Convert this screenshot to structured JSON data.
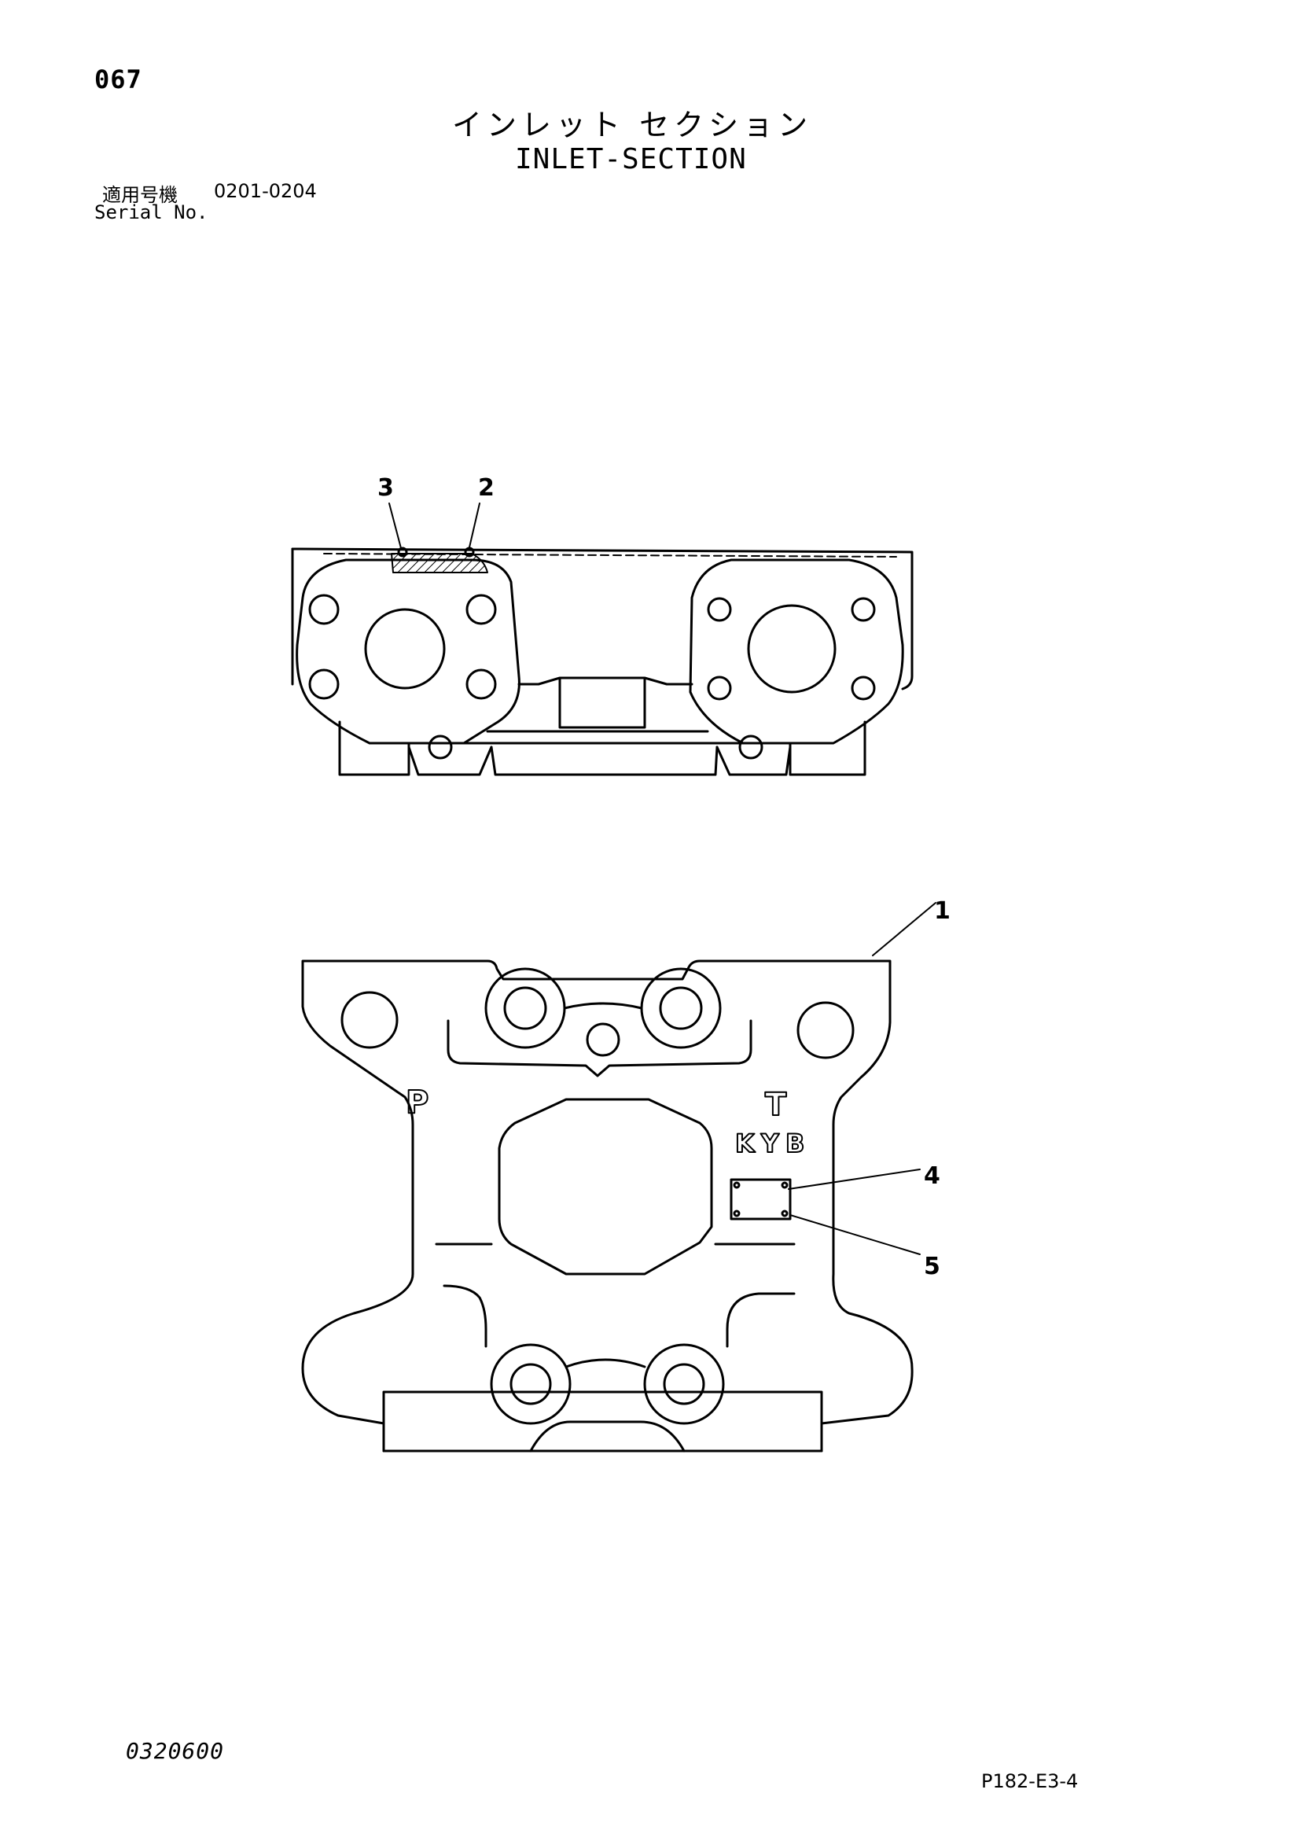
{
  "header": {
    "page_number": "067",
    "title_jp": "インレット セクション",
    "title_en": "INLET-SECTION",
    "serial_label_jp": "適用号機",
    "serial_range": "0201-0204",
    "serial_label_en": "Serial No."
  },
  "diagram": {
    "callouts": [
      "3",
      "2",
      "1",
      "4",
      "5"
    ],
    "body_markings": [
      "P",
      "T",
      "KYB"
    ]
  },
  "footer": {
    "doc_code": "0320600",
    "page_ref": "P182-E3-4"
  }
}
